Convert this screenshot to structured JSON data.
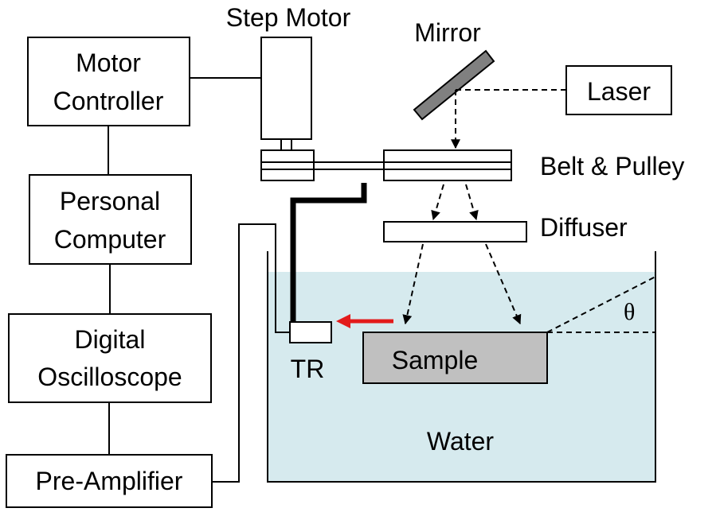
{
  "diagram": {
    "labels": {
      "step_motor": "Step Motor",
      "mirror": "Mirror",
      "laser": "Laser",
      "belt_pulley": "Belt & Pulley",
      "diffuser": "Diffuser",
      "tr": "TR",
      "sample": "Sample",
      "water": "Water",
      "theta": "θ"
    },
    "boxes": {
      "motor_controller": [
        "Motor",
        "Controller"
      ],
      "personal_computer": [
        "Personal",
        "Computer"
      ],
      "digital_oscilloscope": [
        "Digital",
        "Oscilloscope"
      ],
      "pre_amplifier": "Pre-Amplifier"
    },
    "colors": {
      "water": "#d6eaee",
      "sample": "#c0c0c0",
      "mirror": "#808080",
      "arrow": "#e31b1b"
    }
  }
}
